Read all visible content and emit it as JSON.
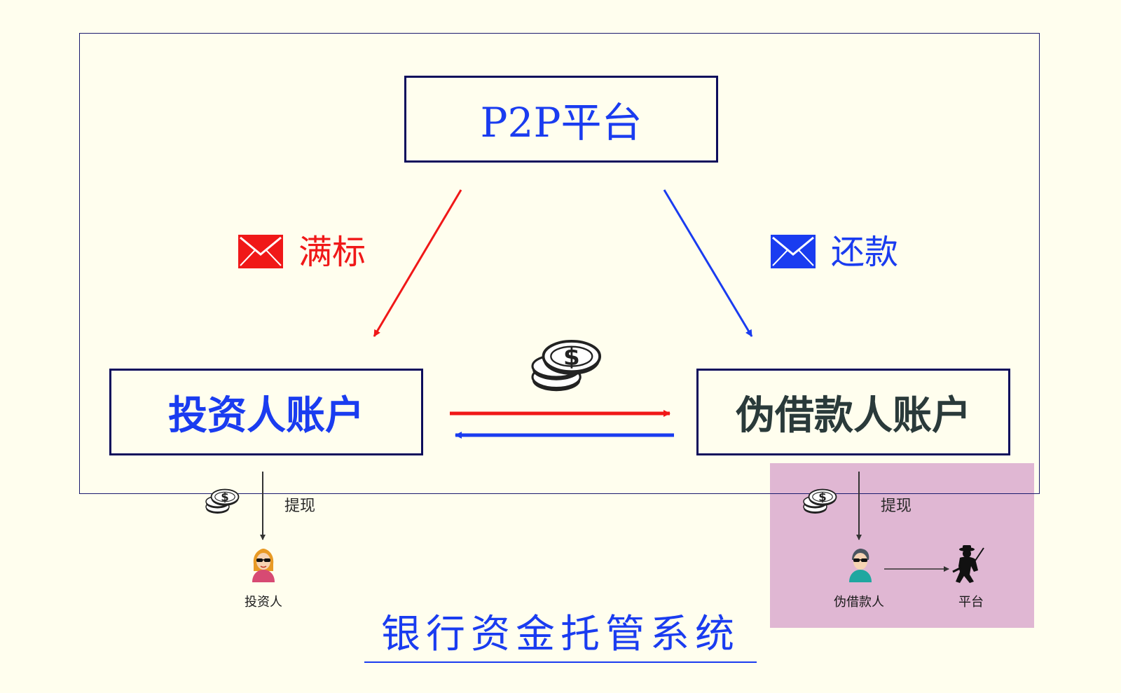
{
  "nodes": {
    "platform": "P2P平台",
    "investor_account": "投资人账户",
    "borrower_account": "伪借款人账户"
  },
  "messages": {
    "full": "满标",
    "repay": "还款"
  },
  "withdraw": {
    "left": "提现",
    "right": "提现"
  },
  "people": {
    "investor": "投资人",
    "fake_borrower": "伪借款人",
    "platform": "平台"
  },
  "footer": {
    "title": "银行资金托管系统"
  },
  "icons": {
    "envelope": "envelope-icon",
    "coins": "coins-icon",
    "investor": "female-avatar-icon",
    "borrower": "male-avatar-icon",
    "platform": "thief-silhouette-icon"
  },
  "colors": {
    "background": "#FFFEEE",
    "accent_red": "#F01818",
    "accent_blue": "#1A3CF0",
    "node_text_blue": "#1A3CF0",
    "borrower_text_dark": "#2A3A3A",
    "box_border": "#0D0D5C",
    "highlight_pink": "#E0B7D3",
    "arrow_dark": "#333333"
  }
}
